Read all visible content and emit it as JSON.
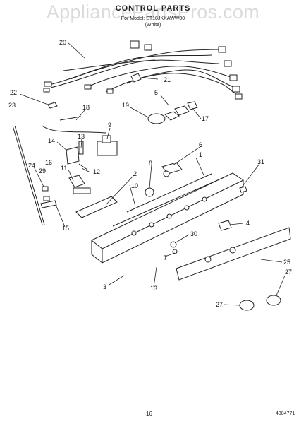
{
  "watermark": "AppliancePartsPros.com",
  "title": "CONTROL PARTS",
  "subtitle": "For Model: ET18JKXAWW00",
  "subnote": "(White)",
  "page_number": "16",
  "doc_code": "4384771",
  "callouts": [
    "20",
    "21",
    "22",
    "23",
    "18",
    "5",
    "19",
    "17",
    "9",
    "13",
    "14",
    "6",
    "1",
    "8",
    "11",
    "12",
    "31",
    "24",
    "29",
    "16",
    "2",
    "10",
    "15",
    "4",
    "30",
    "7",
    "3",
    "13",
    "25",
    "27",
    "27"
  ]
}
